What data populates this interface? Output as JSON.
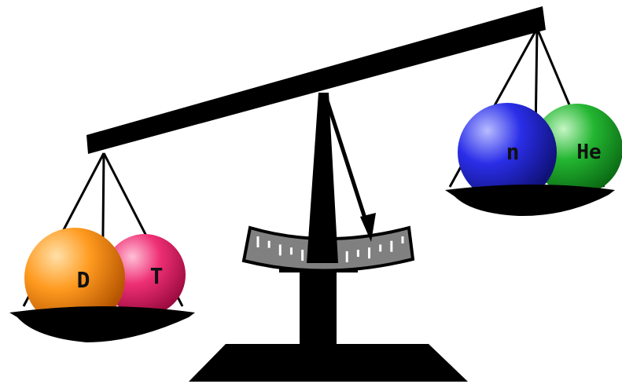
{
  "particles": {
    "left_pan": [
      {
        "symbol": "D",
        "color": "#ff9a1f"
      },
      {
        "symbol": "T",
        "color": "#ee2f74"
      }
    ],
    "right_pan": [
      {
        "symbol": "n",
        "color": "#2a2ee8"
      },
      {
        "symbol": "He",
        "color": "#23b631"
      }
    ]
  },
  "colors": {
    "structure": "#000000",
    "dial": "#808080",
    "tick": "#ffffff"
  },
  "dial": {
    "tick_count": 14
  }
}
